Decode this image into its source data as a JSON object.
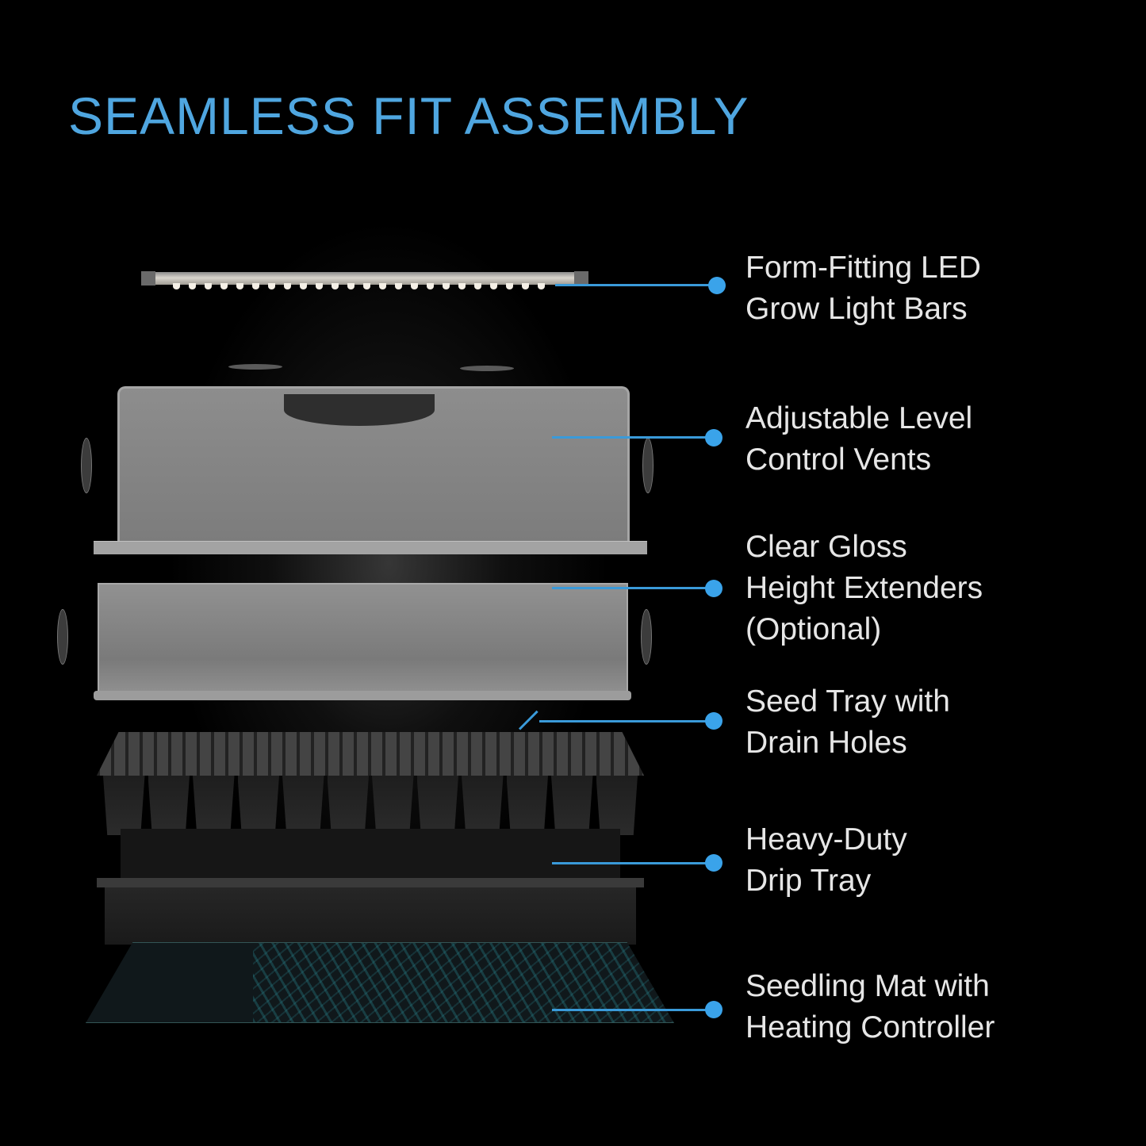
{
  "title": "SEAMLESS FIT ASSEMBLY",
  "colors": {
    "accent": "#4fa6e0",
    "leader": "#3a9ad9",
    "text": "#e6e6e6",
    "background": "#000000"
  },
  "components": [
    {
      "id": "led-bar",
      "label": "Form-Fitting LED\nGrow Light Bars"
    },
    {
      "id": "vents",
      "label": "Adjustable Level\nControl Vents"
    },
    {
      "id": "extenders",
      "label": "Clear Gloss\nHeight Extenders\n(Optional)"
    },
    {
      "id": "seed-tray",
      "label": "Seed Tray with\nDrain Holes"
    },
    {
      "id": "drip-tray",
      "label": "Heavy-Duty\nDrip Tray"
    },
    {
      "id": "heat-mat",
      "label": "Seedling Mat with\nHeating Controller"
    }
  ]
}
